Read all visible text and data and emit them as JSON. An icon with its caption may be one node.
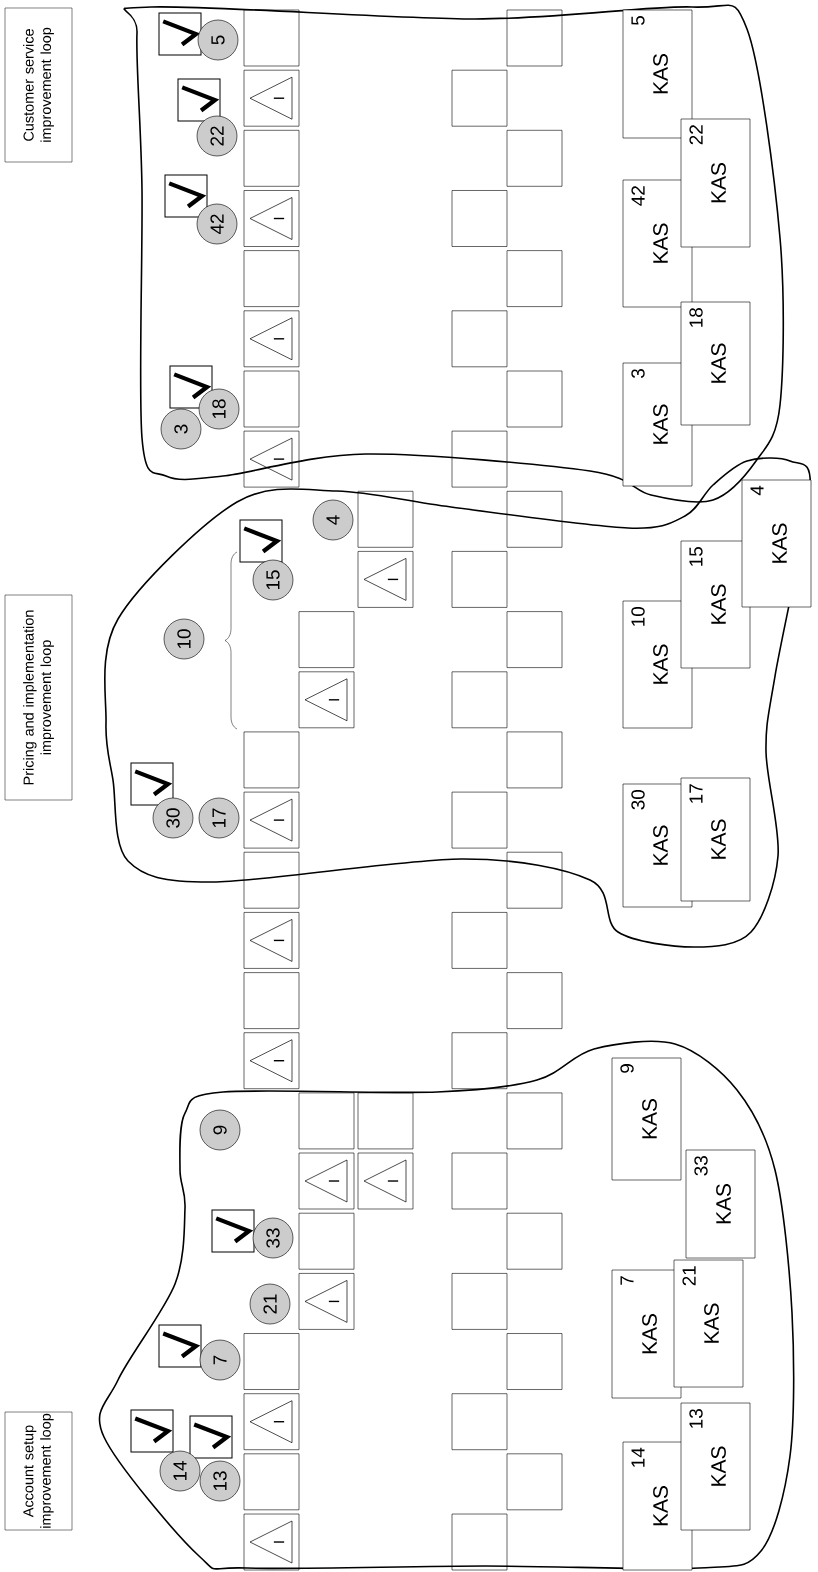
{
  "diagram": {
    "nodes": [
      {
        "text": [
          "Customer service improvement loop"
        ]
      },
      {
        "text": [
          "Pricing and implementation improvement loop"
        ]
      },
      {
        "text": [
          "Account setup improvement loop"
        ]
      },
      {
        "text": [
          "5"
        ]
      },
      {
        "text": [
          "22"
        ]
      },
      {
        "text": [
          "42"
        ]
      },
      {
        "text": [
          "18"
        ]
      },
      {
        "text": [
          "3"
        ]
      },
      {
        "text": [
          "4"
        ]
      },
      {
        "text": [
          "15"
        ]
      },
      {
        "text": [
          "10"
        ]
      },
      {
        "text": [
          "30"
        ]
      },
      {
        "text": [
          "17"
        ]
      },
      {
        "text": [
          "9"
        ]
      },
      {
        "text": [
          "33"
        ]
      },
      {
        "text": [
          "21"
        ]
      },
      {
        "text": [
          "7"
        ]
      },
      {
        "text": [
          "14"
        ]
      },
      {
        "text": [
          "13"
        ]
      },
      {
        "text": [
          "5",
          "KAS"
        ]
      },
      {
        "text": [
          "22",
          "KAS"
        ]
      },
      {
        "text": [
          "42",
          "KAS"
        ]
      },
      {
        "text": [
          "18",
          "KAS"
        ]
      },
      {
        "text": [
          "3",
          "KAS"
        ]
      },
      {
        "text": [
          "4",
          "KAS"
        ]
      },
      {
        "text": [
          "15",
          "KAS"
        ]
      },
      {
        "text": [
          "10",
          "KAS"
        ]
      },
      {
        "text": [
          "30",
          "KAS"
        ]
      },
      {
        "text": [
          "17",
          "KAS"
        ]
      },
      {
        "text": [
          "9",
          "KAS"
        ]
      },
      {
        "text": [
          "33",
          "KAS"
        ]
      },
      {
        "text": [
          "21",
          "KAS"
        ]
      },
      {
        "text": [
          "7",
          "KAS"
        ]
      },
      {
        "text": [
          "14",
          "KAS"
        ]
      },
      {
        "text": [
          "13",
          "KAS"
        ]
      },
      {
        "text": [],
        "shape": "box"
      },
      {
        "text": [],
        "shape": "box"
      },
      {
        "text": [
          "I"
        ]
      },
      {
        "text": [],
        "shape": "box"
      },
      {
        "text": [],
        "shape": "box"
      },
      {
        "text": [],
        "shape": "box"
      },
      {
        "text": [
          "I"
        ]
      },
      {
        "text": [],
        "shape": "box"
      },
      {
        "text": [],
        "shape": "box"
      },
      {
        "text": [],
        "shape": "box"
      },
      {
        "text": [
          "I"
        ]
      },
      {
        "text": [],
        "shape": "box"
      },
      {
        "text": [],
        "shape": "box"
      },
      {
        "text": [],
        "shape": "box"
      },
      {
        "text": [
          "I"
        ]
      },
      {
        "text": [],
        "shape": "box"
      },
      {
        "text": [],
        "shape": "box"
      },
      {
        "text": [],
        "shape": "box"
      },
      {
        "text": [
          "I"
        ]
      },
      {
        "text": [],
        "shape": "box"
      },
      {
        "text": [],
        "shape": "box"
      },
      {
        "text": [],
        "shape": "box"
      },
      {
        "text": [
          "I"
        ]
      },
      {
        "text": [],
        "shape": "box"
      },
      {
        "text": [],
        "shape": "box"
      },
      {
        "text": [],
        "shape": "box"
      },
      {
        "text": [
          "I"
        ]
      },
      {
        "text": [],
        "shape": "box"
      },
      {
        "text": [],
        "shape": "box"
      },
      {
        "text": [],
        "shape": "box"
      },
      {
        "text": [
          "I"
        ]
      },
      {
        "text": [],
        "shape": "box"
      },
      {
        "text": [],
        "shape": "box"
      },
      {
        "text": [],
        "shape": "box"
      },
      {
        "text": [
          "I"
        ]
      },
      {
        "text": [],
        "shape": "box"
      },
      {
        "text": [],
        "shape": "box"
      },
      {
        "text": [],
        "shape": "box"
      },
      {
        "text": [],
        "shape": "box"
      },
      {
        "text": [
          "I"
        ]
      },
      {
        "text": [
          "I"
        ]
      },
      {
        "text": [],
        "shape": "box"
      },
      {
        "text": [],
        "shape": "box"
      },
      {
        "text": [],
        "shape": "box"
      },
      {
        "text": [
          "I"
        ]
      },
      {
        "text": [],
        "shape": "box"
      },
      {
        "text": [],
        "shape": "box"
      },
      {
        "text": [],
        "shape": "box"
      },
      {
        "text": [
          "I"
        ]
      },
      {
        "text": [],
        "shape": "box"
      },
      {
        "text": [],
        "shape": "box"
      },
      {
        "text": [],
        "shape": "box"
      },
      {
        "text": [
          "I"
        ]
      },
      {
        "text": [],
        "shape": "box"
      }
    ]
  }
}
